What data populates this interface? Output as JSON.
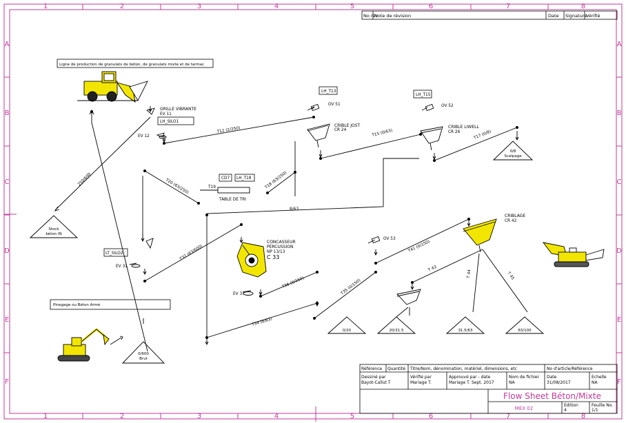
{
  "frame": {
    "col_numbers": [
      "1",
      "2",
      "3",
      "4",
      "5",
      "6",
      "7",
      "8"
    ],
    "row_letters": [
      "A",
      "B",
      "C",
      "D",
      "E",
      "F"
    ]
  },
  "revision_header": {
    "no_rev": "No rév",
    "note": "Note de révision",
    "date": "Date",
    "signature": "Signature",
    "verifie": "Vérifié"
  },
  "notes": {
    "line_title": "Ligne de production de granulats de béton, de granulats mixte et de tarmac",
    "pinegage": "Pinegage ou Béton Armé"
  },
  "equipment": {
    "grille_title": "GRILLE VIBRANTE",
    "grille_code": "EV 11",
    "lh_silo1": "LH_SILO1",
    "ev12": "EV 12",
    "lh_t13": "LH_T13",
    "ov51": "OV 51",
    "crible_title": "CRIBLE JOST",
    "crible_code": "CR 24",
    "lh_t15": "LH_T15",
    "ov52": "OV 52",
    "crible2_title": "CRIBLE LIWELL",
    "crible2_code": "CR 26",
    "cd7": "CD7",
    "lh_t18": "LH_T18",
    "t19": "T19",
    "table_tri": "TABLE DE TRI",
    "lt_silo2": "LT_SILO2",
    "ev31": "EV 31",
    "concasseur": "CONCASSEUR",
    "percussion": "PERCUSSION",
    "np": "NP 13/13",
    "c33": "C 33",
    "ev37": "EV 37",
    "ov53": "OV 53",
    "criblage": "CRIBLAGE",
    "cr42": "CR 42"
  },
  "conveyors": {
    "t12": "T12 (2/250)",
    "t15": "T15 (0/63)",
    "t17": "T17 (0/8)",
    "t20": "T20 (63/250)",
    "t18": "T18 (63/250)",
    "n863": "8/63",
    "t32": "T32 (63/600)",
    "t41": "T41 (0/150)",
    "t43": "T 43",
    "t44": "T 44",
    "t45": "T 45",
    "t36": "T36 (0/150)",
    "t35": "T35 (0/150)",
    "t34": "T34 (8/63)",
    "v250": "250/600"
  },
  "piles": {
    "stock_line1": "Stock",
    "stock_line2": "béton IN",
    "p08": "0/8",
    "p08_sub": "Scalpage",
    "p020": "0/20",
    "p20315": "20/31.5",
    "p31563": "31.5/63",
    "p63100": "63/100",
    "p0600": "0/600",
    "p0600_sub": "Brut"
  },
  "title_block": {
    "reference": "Référence",
    "quantite": "Quantité",
    "titre": "Titre/Nom, dénomination, matériel, dimensions, etc",
    "no_article": "No d'article/Référence",
    "dessine_par": "Dessiné par",
    "dessine_val": "Bayot-Callut T",
    "verifie_par": "Vérifié par",
    "verifie_val": "Mariage T.",
    "approuve": "Approuvé par - date",
    "approuve_val": "Mariage T. Sept. 2017",
    "nom_fichier": "Nom de fichier",
    "nom_val": "NA",
    "date_label": "Date",
    "date_val": "31/08/2017",
    "echelle": "Echelle",
    "echelle_val": "NA",
    "sheet_title": "Flow Sheet Béton/Mixte",
    "doc_no": "MEX 02",
    "edition": "Edition",
    "edition_val": "4",
    "feuille": "Feuille No.",
    "feuille_val": "1/1"
  },
  "colors": {
    "frame": "#c0399a",
    "machine_yellow": "#f2e600",
    "line": "#000000"
  }
}
